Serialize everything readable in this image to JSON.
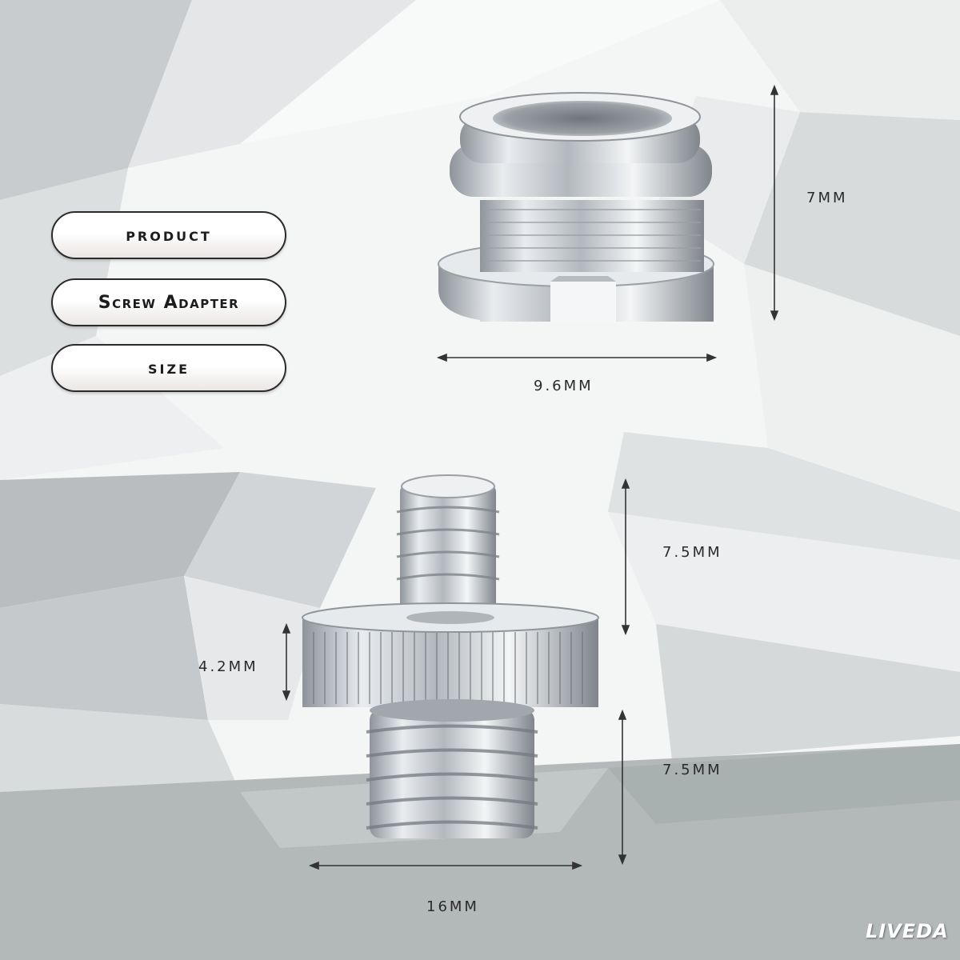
{
  "labels": {
    "product": "PRODUCT",
    "product_name": "Screw Adapter",
    "size": "SIZE"
  },
  "dimensions": {
    "top_height": "7MM",
    "top_width": "9.6MM",
    "shaft_top": "7.5MM",
    "knob_height": "4.2MM",
    "shaft_bottom": "7.5MM",
    "width": "16MM"
  },
  "brand": "LIVEDA",
  "colors": {
    "background": "#f3f4f4",
    "pill_border": "#2b2b2b",
    "text": "#1c1c1c",
    "metal": "#c9cdd2"
  }
}
